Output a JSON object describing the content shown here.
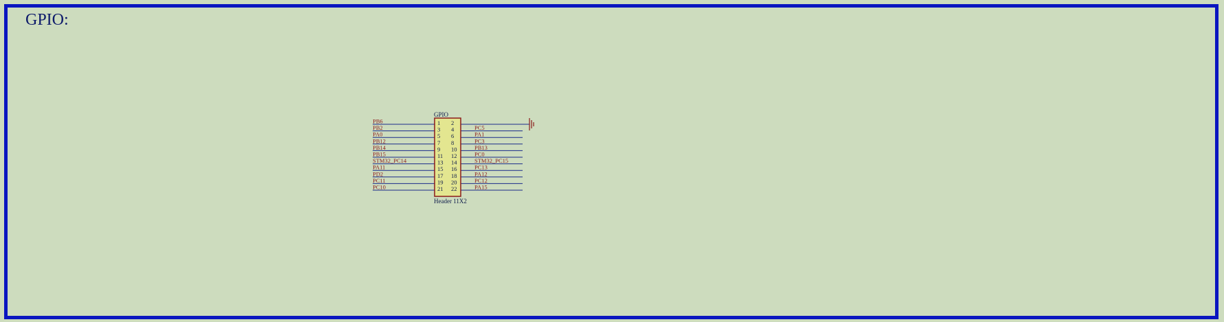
{
  "sheet": {
    "title": "GPIO:"
  },
  "component": {
    "designator": "GPIO",
    "part_name": "Header 11X2",
    "left_nets": [
      "PB6",
      "PB2",
      "PA0",
      "PB12",
      "PB14",
      "PB15",
      "STM32_PC14",
      "PA11",
      "PD2",
      "PC11",
      "PC10"
    ],
    "right_nets": [
      "",
      "PC5",
      "PA1",
      "PC3",
      "PB13",
      "PC0",
      "STM32_PC15",
      "PC13",
      "PA12",
      "PC12",
      "PA15"
    ],
    "left_pins": [
      "1",
      "3",
      "5",
      "7",
      "9",
      "11",
      "13",
      "15",
      "17",
      "19",
      "21"
    ],
    "right_pins": [
      "2",
      "4",
      "6",
      "8",
      "10",
      "12",
      "14",
      "16",
      "18",
      "20",
      "22"
    ],
    "ground_net": "pin 2"
  },
  "colors": {
    "background": "#cddcbe",
    "frame": "#0a16c0",
    "wire": "#1a2a8a",
    "net_label": "#8b1a1a",
    "body_fill": "#e3e690",
    "body_stroke": "#8b1a1a",
    "text_dark": "#0d1a4a"
  }
}
